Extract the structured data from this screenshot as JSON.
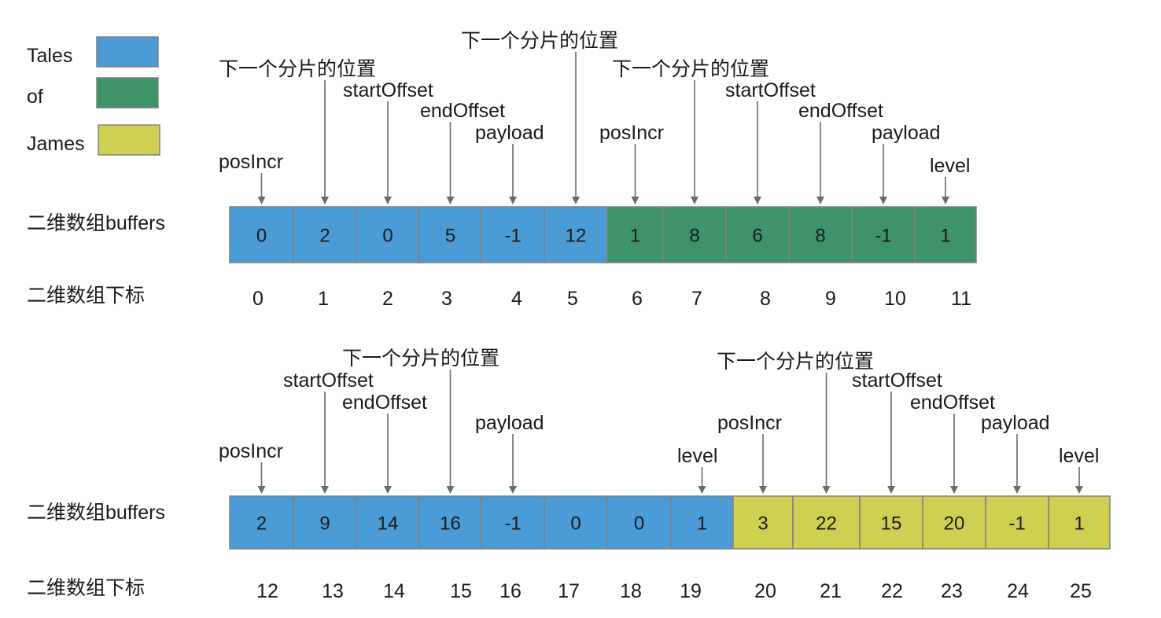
{
  "colors": {
    "Tales": "#4A9BD6",
    "of": "#3E9368",
    "James": "#CFCF52",
    "arrow": "#6b6b6b",
    "cell_border": "#808080"
  },
  "legend": [
    {
      "label": "Tales",
      "color_key": "Tales"
    },
    {
      "label": "of",
      "color_key": "of"
    },
    {
      "label": "James",
      "color_key": "James"
    }
  ],
  "row_label_buffers": "二维数组buffers",
  "row_label_index": "二维数组下标",
  "rows": [
    {
      "cells": [
        {
          "value": "0",
          "color_key": "Tales"
        },
        {
          "value": "2",
          "color_key": "Tales"
        },
        {
          "value": "0",
          "color_key": "Tales"
        },
        {
          "value": "5",
          "color_key": "Tales"
        },
        {
          "value": "-1",
          "color_key": "Tales"
        },
        {
          "value": "12",
          "color_key": "Tales"
        },
        {
          "value": "1",
          "color_key": "of"
        },
        {
          "value": "8",
          "color_key": "of"
        },
        {
          "value": "6",
          "color_key": "of"
        },
        {
          "value": "8",
          "color_key": "of"
        },
        {
          "value": "-1",
          "color_key": "of"
        },
        {
          "value": "1",
          "color_key": "of"
        }
      ],
      "indices": [
        "0",
        "1",
        "2",
        "3",
        "4",
        "5",
        "6",
        "7",
        "8",
        "9",
        "10",
        "11"
      ],
      "annotations": [
        {
          "label": "posIncr",
          "cell": 0
        },
        {
          "label": "下一个分片的位置",
          "cell": 1
        },
        {
          "label": "startOffset",
          "cell": 2
        },
        {
          "label": "endOffset",
          "cell": 3
        },
        {
          "label": "payload",
          "cell": 4
        },
        {
          "label": "下一个分片的位置",
          "cell": 5
        },
        {
          "label": "posIncr",
          "cell": 6
        },
        {
          "label": "下一个分片的位置",
          "cell": 7
        },
        {
          "label": "startOffset",
          "cell": 8
        },
        {
          "label": "endOffset",
          "cell": 9
        },
        {
          "label": "payload",
          "cell": 10
        },
        {
          "label": "level",
          "cell": 11
        }
      ]
    },
    {
      "cells": [
        {
          "value": "2",
          "color_key": "Tales"
        },
        {
          "value": "9",
          "color_key": "Tales"
        },
        {
          "value": "14",
          "color_key": "Tales"
        },
        {
          "value": "16",
          "color_key": "Tales"
        },
        {
          "value": "-1",
          "color_key": "Tales"
        },
        {
          "value": "0",
          "color_key": "Tales"
        },
        {
          "value": "0",
          "color_key": "Tales"
        },
        {
          "value": "1",
          "color_key": "Tales"
        },
        {
          "value": "3",
          "color_key": "James"
        },
        {
          "value": "22",
          "color_key": "James"
        },
        {
          "value": "15",
          "color_key": "James"
        },
        {
          "value": "20",
          "color_key": "James"
        },
        {
          "value": "-1",
          "color_key": "James"
        },
        {
          "value": "1",
          "color_key": "James"
        }
      ],
      "indices": [
        "12",
        "13",
        "14",
        "15",
        "16",
        "17",
        "18",
        "19",
        "20",
        "21",
        "22",
        "23",
        "24",
        "25"
      ],
      "annotations": [
        {
          "label": "posIncr",
          "cell": 0
        },
        {
          "label": "startOffset",
          "cell": 1
        },
        {
          "label": "endOffset",
          "cell": 2
        },
        {
          "label": "下一个分片的位置",
          "cell": 3
        },
        {
          "label": "payload",
          "cell": 4
        },
        {
          "label": "level",
          "cell": 7
        },
        {
          "label": "posIncr",
          "cell": 8
        },
        {
          "label": "下一个分片的位置",
          "cell": 9
        },
        {
          "label": "startOffset",
          "cell": 10
        },
        {
          "label": "endOffset",
          "cell": 11
        },
        {
          "label": "payload",
          "cell": 12
        },
        {
          "label": "level",
          "cell": 13
        }
      ]
    }
  ]
}
